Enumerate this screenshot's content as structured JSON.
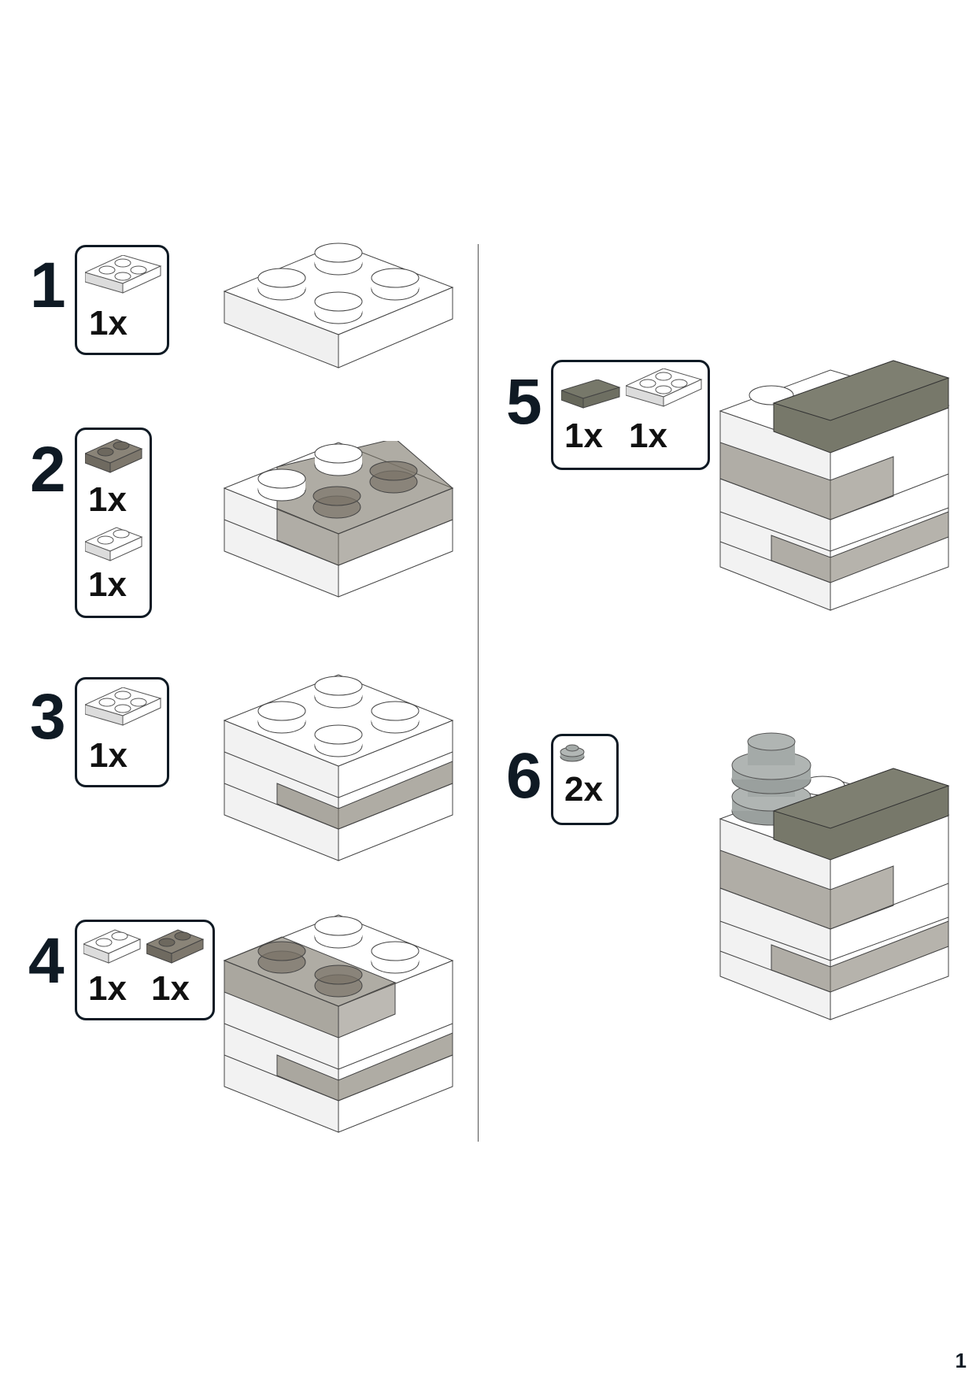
{
  "page": {
    "number": "1"
  },
  "colors": {
    "text": "#0f1a24",
    "white_brick": "#ffffff",
    "white_brick_side": "#e6e6e6",
    "trans_black": "#7a7468",
    "dark_tan_tile": "#77786a",
    "light_gray_round": "#a4aaa8"
  },
  "steps": [
    {
      "number": "1",
      "parts": [
        {
          "icon": "white-2x2-plate-icon",
          "qty": "1x"
        }
      ]
    },
    {
      "number": "2",
      "parts": [
        {
          "icon": "trans-black-1x2-plate-icon",
          "qty": "1x"
        },
        {
          "icon": "white-1x2-plate-icon",
          "qty": "1x"
        }
      ]
    },
    {
      "number": "3",
      "parts": [
        {
          "icon": "white-2x2-plate-icon",
          "qty": "1x"
        }
      ]
    },
    {
      "number": "4",
      "parts": [
        {
          "icon": "white-1x2-plate-icon",
          "qty": "1x"
        },
        {
          "icon": "trans-black-1x2-plate-icon",
          "qty": "1x"
        }
      ]
    },
    {
      "number": "5",
      "parts": [
        {
          "icon": "dark-tan-1x2-tile-icon",
          "qty": "1x"
        },
        {
          "icon": "white-2x2-plate-icon",
          "qty": "1x"
        }
      ]
    },
    {
      "number": "6",
      "parts": [
        {
          "icon": "light-gray-1x1-round-plate-icon",
          "qty": "2x"
        }
      ]
    }
  ]
}
